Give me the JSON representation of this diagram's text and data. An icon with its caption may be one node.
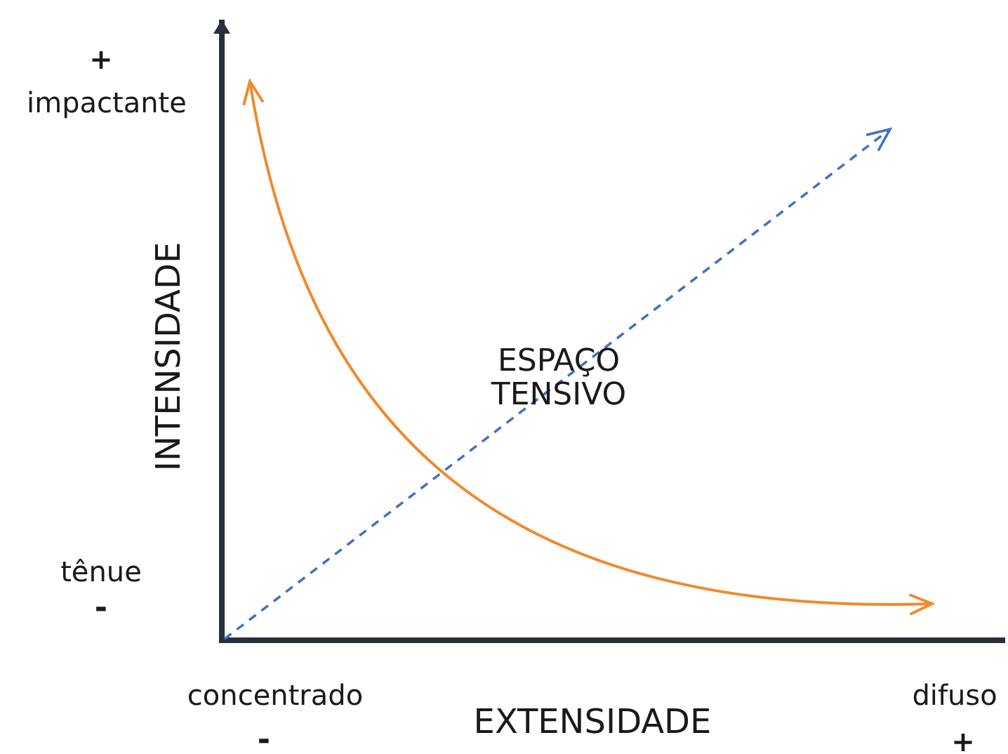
{
  "diagram": {
    "labels": [
      "+",
      "impactante",
      "INTENSIDADE",
      "tênue",
      "-",
      "ESPAÇO TENSIVO",
      "concentrado",
      "EXTENSIDADE",
      "difuso",
      "-",
      "+"
    ]
  }
}
